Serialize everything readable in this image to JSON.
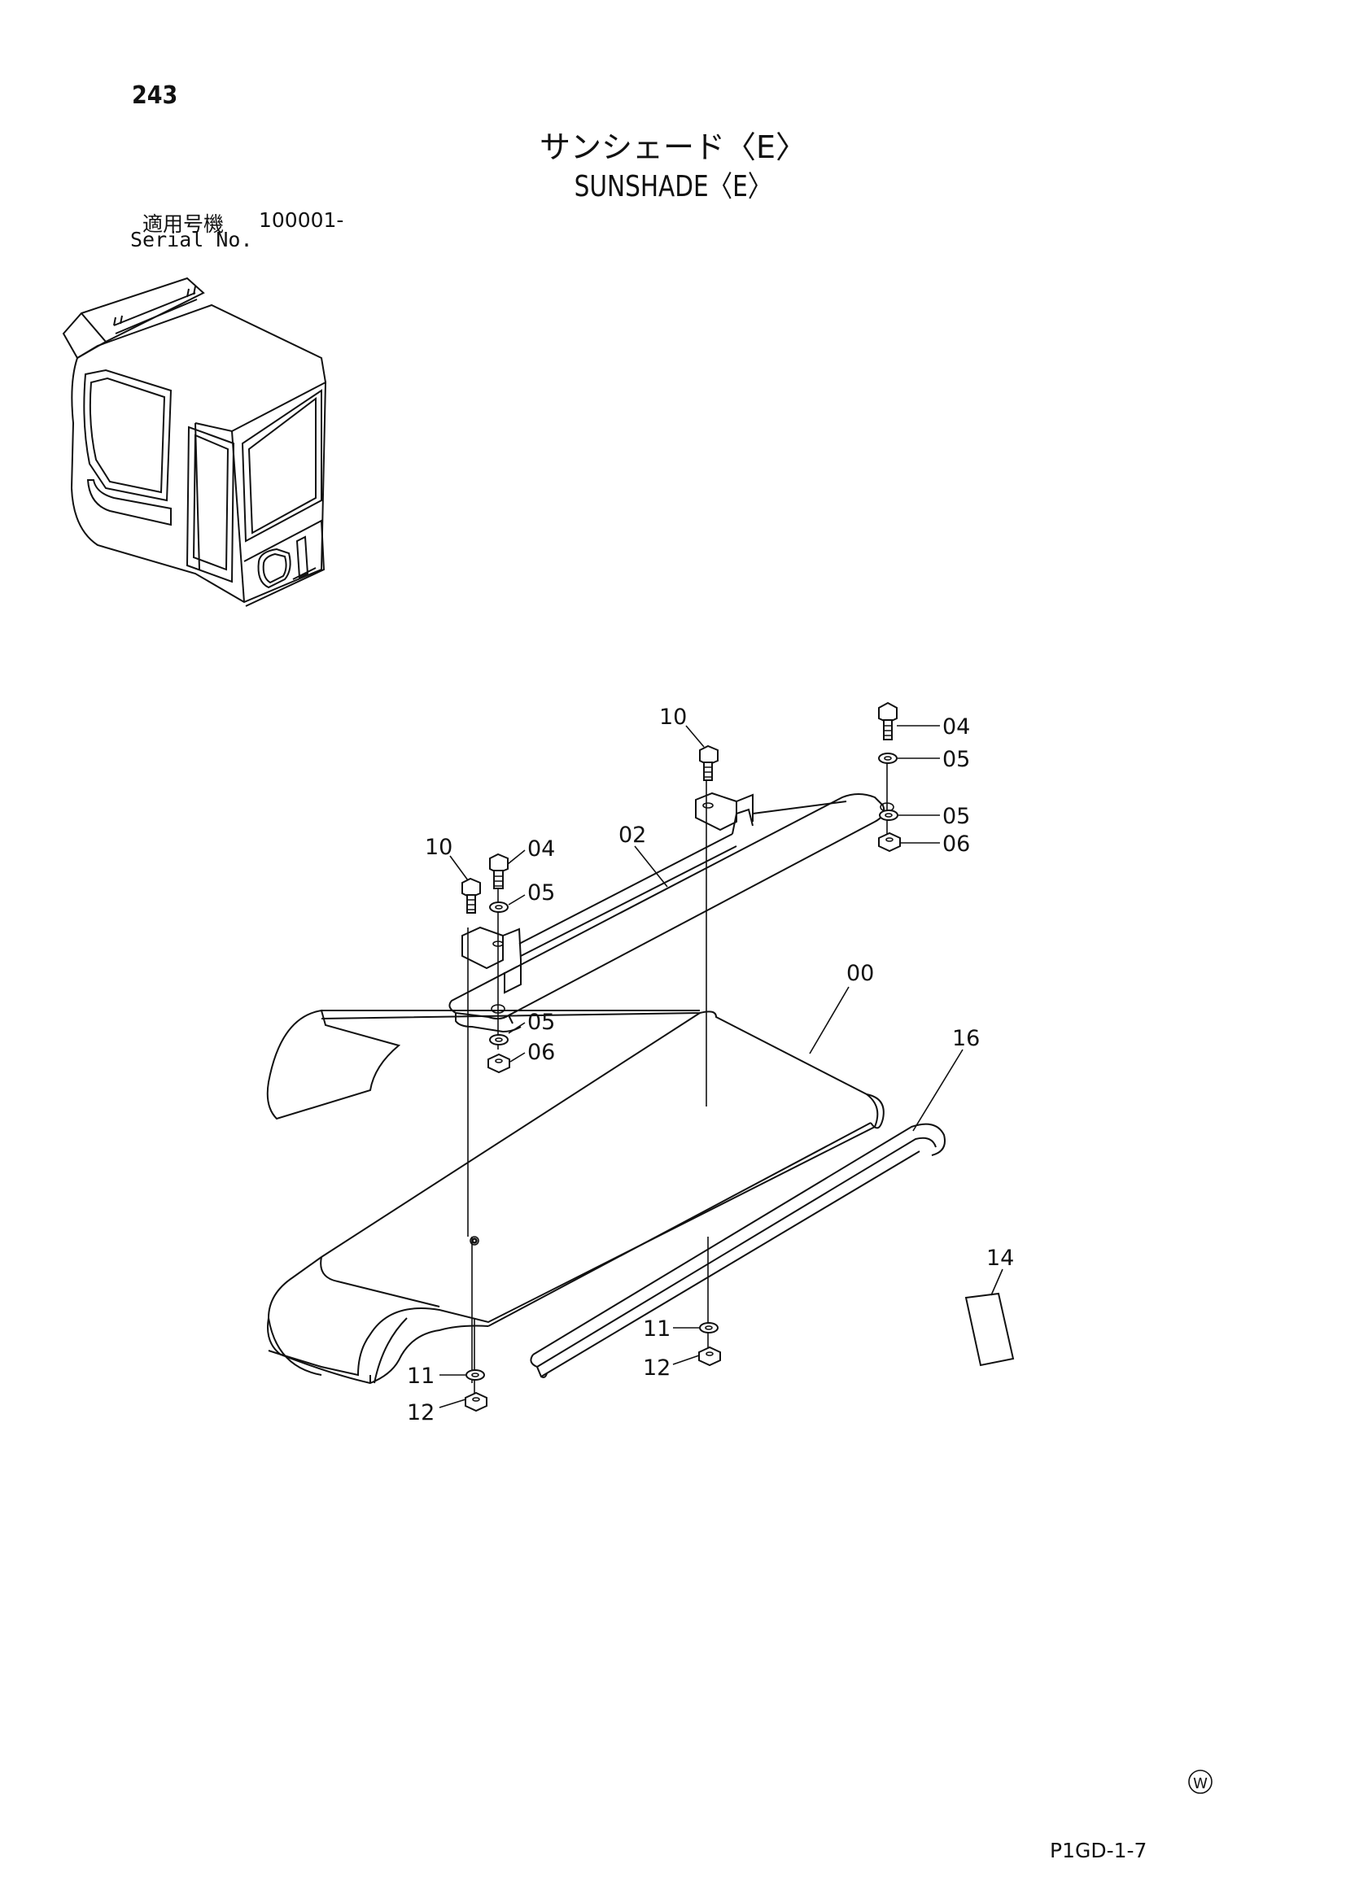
{
  "page": {
    "page_number": "243",
    "title_jp": "サンシェード〈E〉",
    "title_en": "SUNSHADE〈E〉",
    "serial_label_jp": "適用号機",
    "serial_value": "100001-",
    "serial_label_en": "Serial No.",
    "footer_ref": "P1GD-1-7",
    "watermark_symbol": "Ⓦ"
  },
  "callouts": {
    "c00": "00",
    "c02": "02",
    "c04a": "04",
    "c04b": "04",
    "c05a": "05",
    "c05b": "05",
    "c05c": "05",
    "c05d": "05",
    "c06a": "06",
    "c06b": "06",
    "c10a": "10",
    "c10b": "10",
    "c11a": "11",
    "c11b": "11",
    "c12a": "12",
    "c12b": "12",
    "c14": "14",
    "c16": "16"
  }
}
